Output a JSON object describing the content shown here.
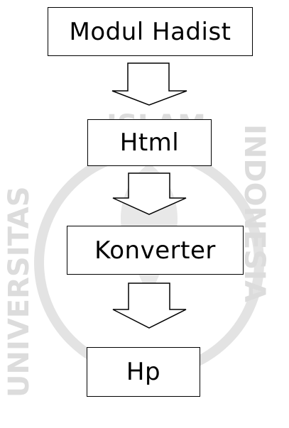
{
  "diagram": {
    "nodes": [
      {
        "id": "modul-hadist",
        "label": "Modul Hadist"
      },
      {
        "id": "html",
        "label": "Html"
      },
      {
        "id": "konverter",
        "label": "Konverter"
      },
      {
        "id": "hp",
        "label": "Hp"
      }
    ],
    "edges": [
      {
        "from": "modul-hadist",
        "to": "html"
      },
      {
        "from": "html",
        "to": "konverter"
      },
      {
        "from": "konverter",
        "to": "hp"
      }
    ]
  },
  "watermark": {
    "text_left": "UNIVERSITAS",
    "text_top": "ISLAM",
    "text_right": "INDONESIA",
    "color": "#d6d6d6"
  }
}
